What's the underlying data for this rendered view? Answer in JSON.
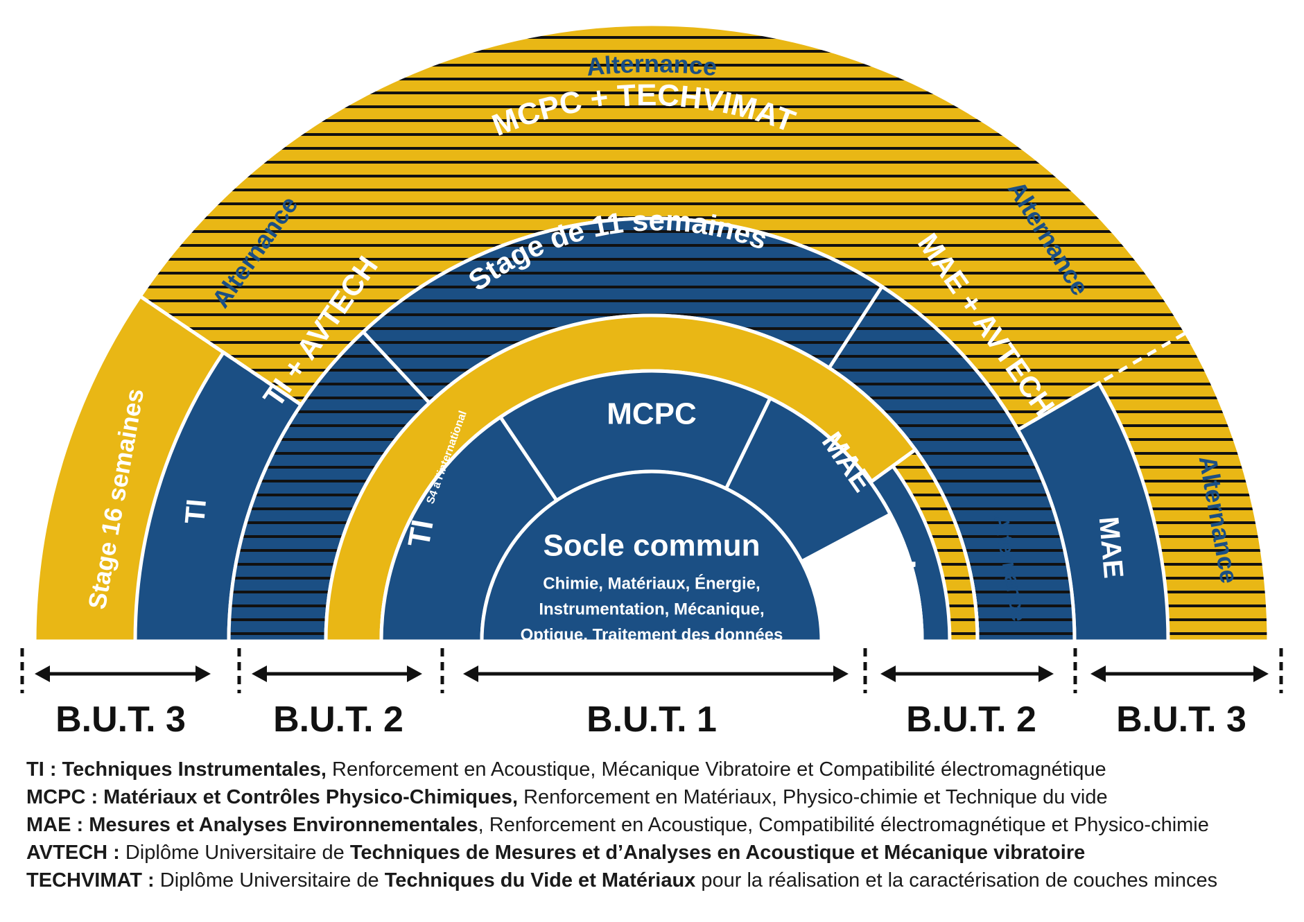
{
  "colors": {
    "blue": "#1b4f84",
    "yellow": "#e9b715",
    "stripe": "#111111",
    "white": "#ffffff",
    "text_blue": "#1b4f84"
  },
  "core": {
    "title": "Socle commun",
    "lines": [
      "Chimie,  Matériaux, Énergie,",
      "Instrumentation,  Mécanique,",
      "Optique, Traitement des données"
    ]
  },
  "ring_but1": {
    "ti": "TI",
    "ti_note": "S4 à l'international",
    "mcpc": "MCPC",
    "mae": "MAE"
  },
  "ring_stage": {
    "label": "Stage de 11 semaines",
    "alternance": "Alternance",
    "mae": "MAE"
  },
  "ring_but2": {
    "left": "TI + AVTECH",
    "left_ti": "TI",
    "middle": "MCPC + TECHVIMAT",
    "right": "MAE + AVTECH",
    "right_mae": "MAE"
  },
  "ring_outer": {
    "left": "Alternance",
    "top": "Alternance",
    "right": "Alternance",
    "left_stage": "Stage 16 semaines",
    "right_bottom": "Alternance"
  },
  "years": [
    "B.U.T. 3",
    "B.U.T. 2",
    "B.U.T. 1",
    "B.U.T. 2",
    "B.U.T. 3"
  ],
  "legend": [
    {
      "abbr": "TI : ",
      "name": "Techniques Instrumentales,",
      "desc": " Renforcement en Acoustique, Mécanique Vibratoire et Compatibilité électromagnétique"
    },
    {
      "abbr": "MCPC : ",
      "name": "Matériaux et Contrôles Physico-Chimiques,",
      "desc": " Renforcement en Matériaux, Physico-chimie et Technique du vide"
    },
    {
      "abbr": "MAE : ",
      "name": "Mesures et Analyses Environnementales",
      "desc": ", Renforcement en Acoustique, Compatibilité électromagnétique et Physico-chimie"
    },
    {
      "abbr": "AVTECH : ",
      "pre": "Diplôme Universitaire de ",
      "name": "Techniques de Mesures et d’Analyses en Acoustique et Mécanique vibratoire",
      "desc": ""
    },
    {
      "abbr": "TECHVIMAT : ",
      "pre": "Diplôme Universitaire de ",
      "name": "Techniques du Vide et Matériaux",
      "desc": " pour la réalisation et la caractérisation de couches minces"
    }
  ]
}
